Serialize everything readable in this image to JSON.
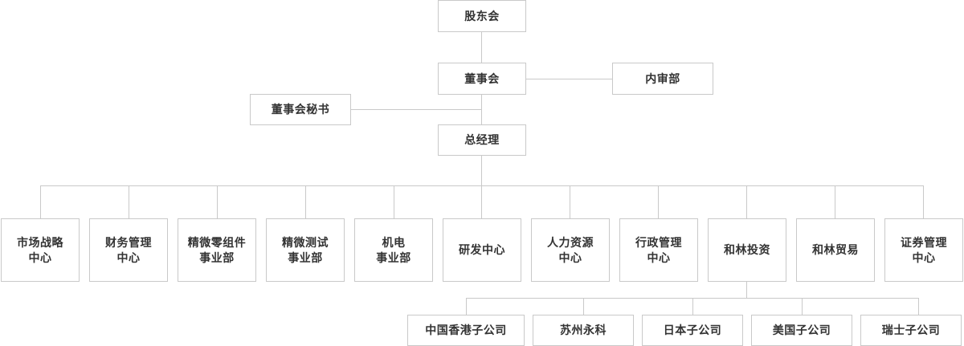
{
  "chart_data": {
    "type": "diagram",
    "diagram_type": "organization-chart",
    "title": "",
    "orientation": "top-down",
    "colors": {
      "box_border": "#c9c9c9",
      "connector": "#c9c9c9",
      "text": "#333333",
      "background": "#ffffff"
    },
    "nodes": [
      {
        "id": "shareholders",
        "label": "股东会",
        "level": 0,
        "parent": null
      },
      {
        "id": "board",
        "label": "董事会",
        "level": 1,
        "parent": "shareholders"
      },
      {
        "id": "audit",
        "label": "内审部",
        "level": 1,
        "parent": "board",
        "relation": "staff-right"
      },
      {
        "id": "board-secretary",
        "label": "董事会秘书",
        "level": 2,
        "parent": "board",
        "relation": "staff-left"
      },
      {
        "id": "general-manager",
        "label": "总经理",
        "level": 2,
        "parent": "board"
      },
      {
        "id": "market-strategy",
        "label": "市场战略\n中心",
        "level": 3,
        "parent": "general-manager"
      },
      {
        "id": "finance-management",
        "label": "财务管理\n中心",
        "level": 3,
        "parent": "general-manager"
      },
      {
        "id": "precision-components",
        "label": "精微零组件\n事业部",
        "level": 3,
        "parent": "general-manager"
      },
      {
        "id": "precision-testing",
        "label": "精微测试\n事业部",
        "level": 3,
        "parent": "general-manager"
      },
      {
        "id": "electromechanical",
        "label": "机电\n事业部",
        "level": 3,
        "parent": "general-manager"
      },
      {
        "id": "rd-center",
        "label": "研发中心",
        "level": 3,
        "parent": "general-manager"
      },
      {
        "id": "human-resources",
        "label": "人力资源\n中心",
        "level": 3,
        "parent": "general-manager"
      },
      {
        "id": "administration",
        "label": "行政管理\n中心",
        "level": 3,
        "parent": "general-manager"
      },
      {
        "id": "helin-investment",
        "label": "和林投资",
        "level": 3,
        "parent": "general-manager"
      },
      {
        "id": "helin-trade",
        "label": "和林贸易",
        "level": 3,
        "parent": "general-manager"
      },
      {
        "id": "securities-management",
        "label": "证券管理\n中心",
        "level": 3,
        "parent": "general-manager"
      },
      {
        "id": "hongkong-sub",
        "label": "中国香港子公司",
        "level": 4,
        "parent": "helin-investment"
      },
      {
        "id": "suzhou-yongke",
        "label": "苏州永科",
        "level": 4,
        "parent": "helin-investment"
      },
      {
        "id": "japan-sub",
        "label": "日本子公司",
        "level": 4,
        "parent": "helin-investment"
      },
      {
        "id": "usa-sub",
        "label": "美国子公司",
        "level": 4,
        "parent": "helin-investment"
      },
      {
        "id": "switzerland-sub",
        "label": "瑞士子公司",
        "level": 4,
        "parent": "helin-investment"
      }
    ]
  },
  "nodes": {
    "shareholders": "股东会",
    "board": "董事会",
    "audit": "内审部",
    "board_secretary": "董事会秘书",
    "general_manager": "总经理",
    "market_strategy": "市场战略\n中心",
    "finance_management": "财务管理\n中心",
    "precision_components": "精微零组件\n事业部",
    "precision_testing": "精微测试\n事业部",
    "electromechanical": "机电\n事业部",
    "rd_center": "研发中心",
    "human_resources": "人力资源\n中心",
    "administration": "行政管理\n中心",
    "helin_investment": "和林投资",
    "helin_trade": "和林贸易",
    "securities_management": "证券管理\n中心",
    "hongkong_sub": "中国香港子公司",
    "suzhou_yongke": "苏州永科",
    "japan_sub": "日本子公司",
    "usa_sub": "美国子公司",
    "switzerland_sub": "瑞士子公司"
  }
}
